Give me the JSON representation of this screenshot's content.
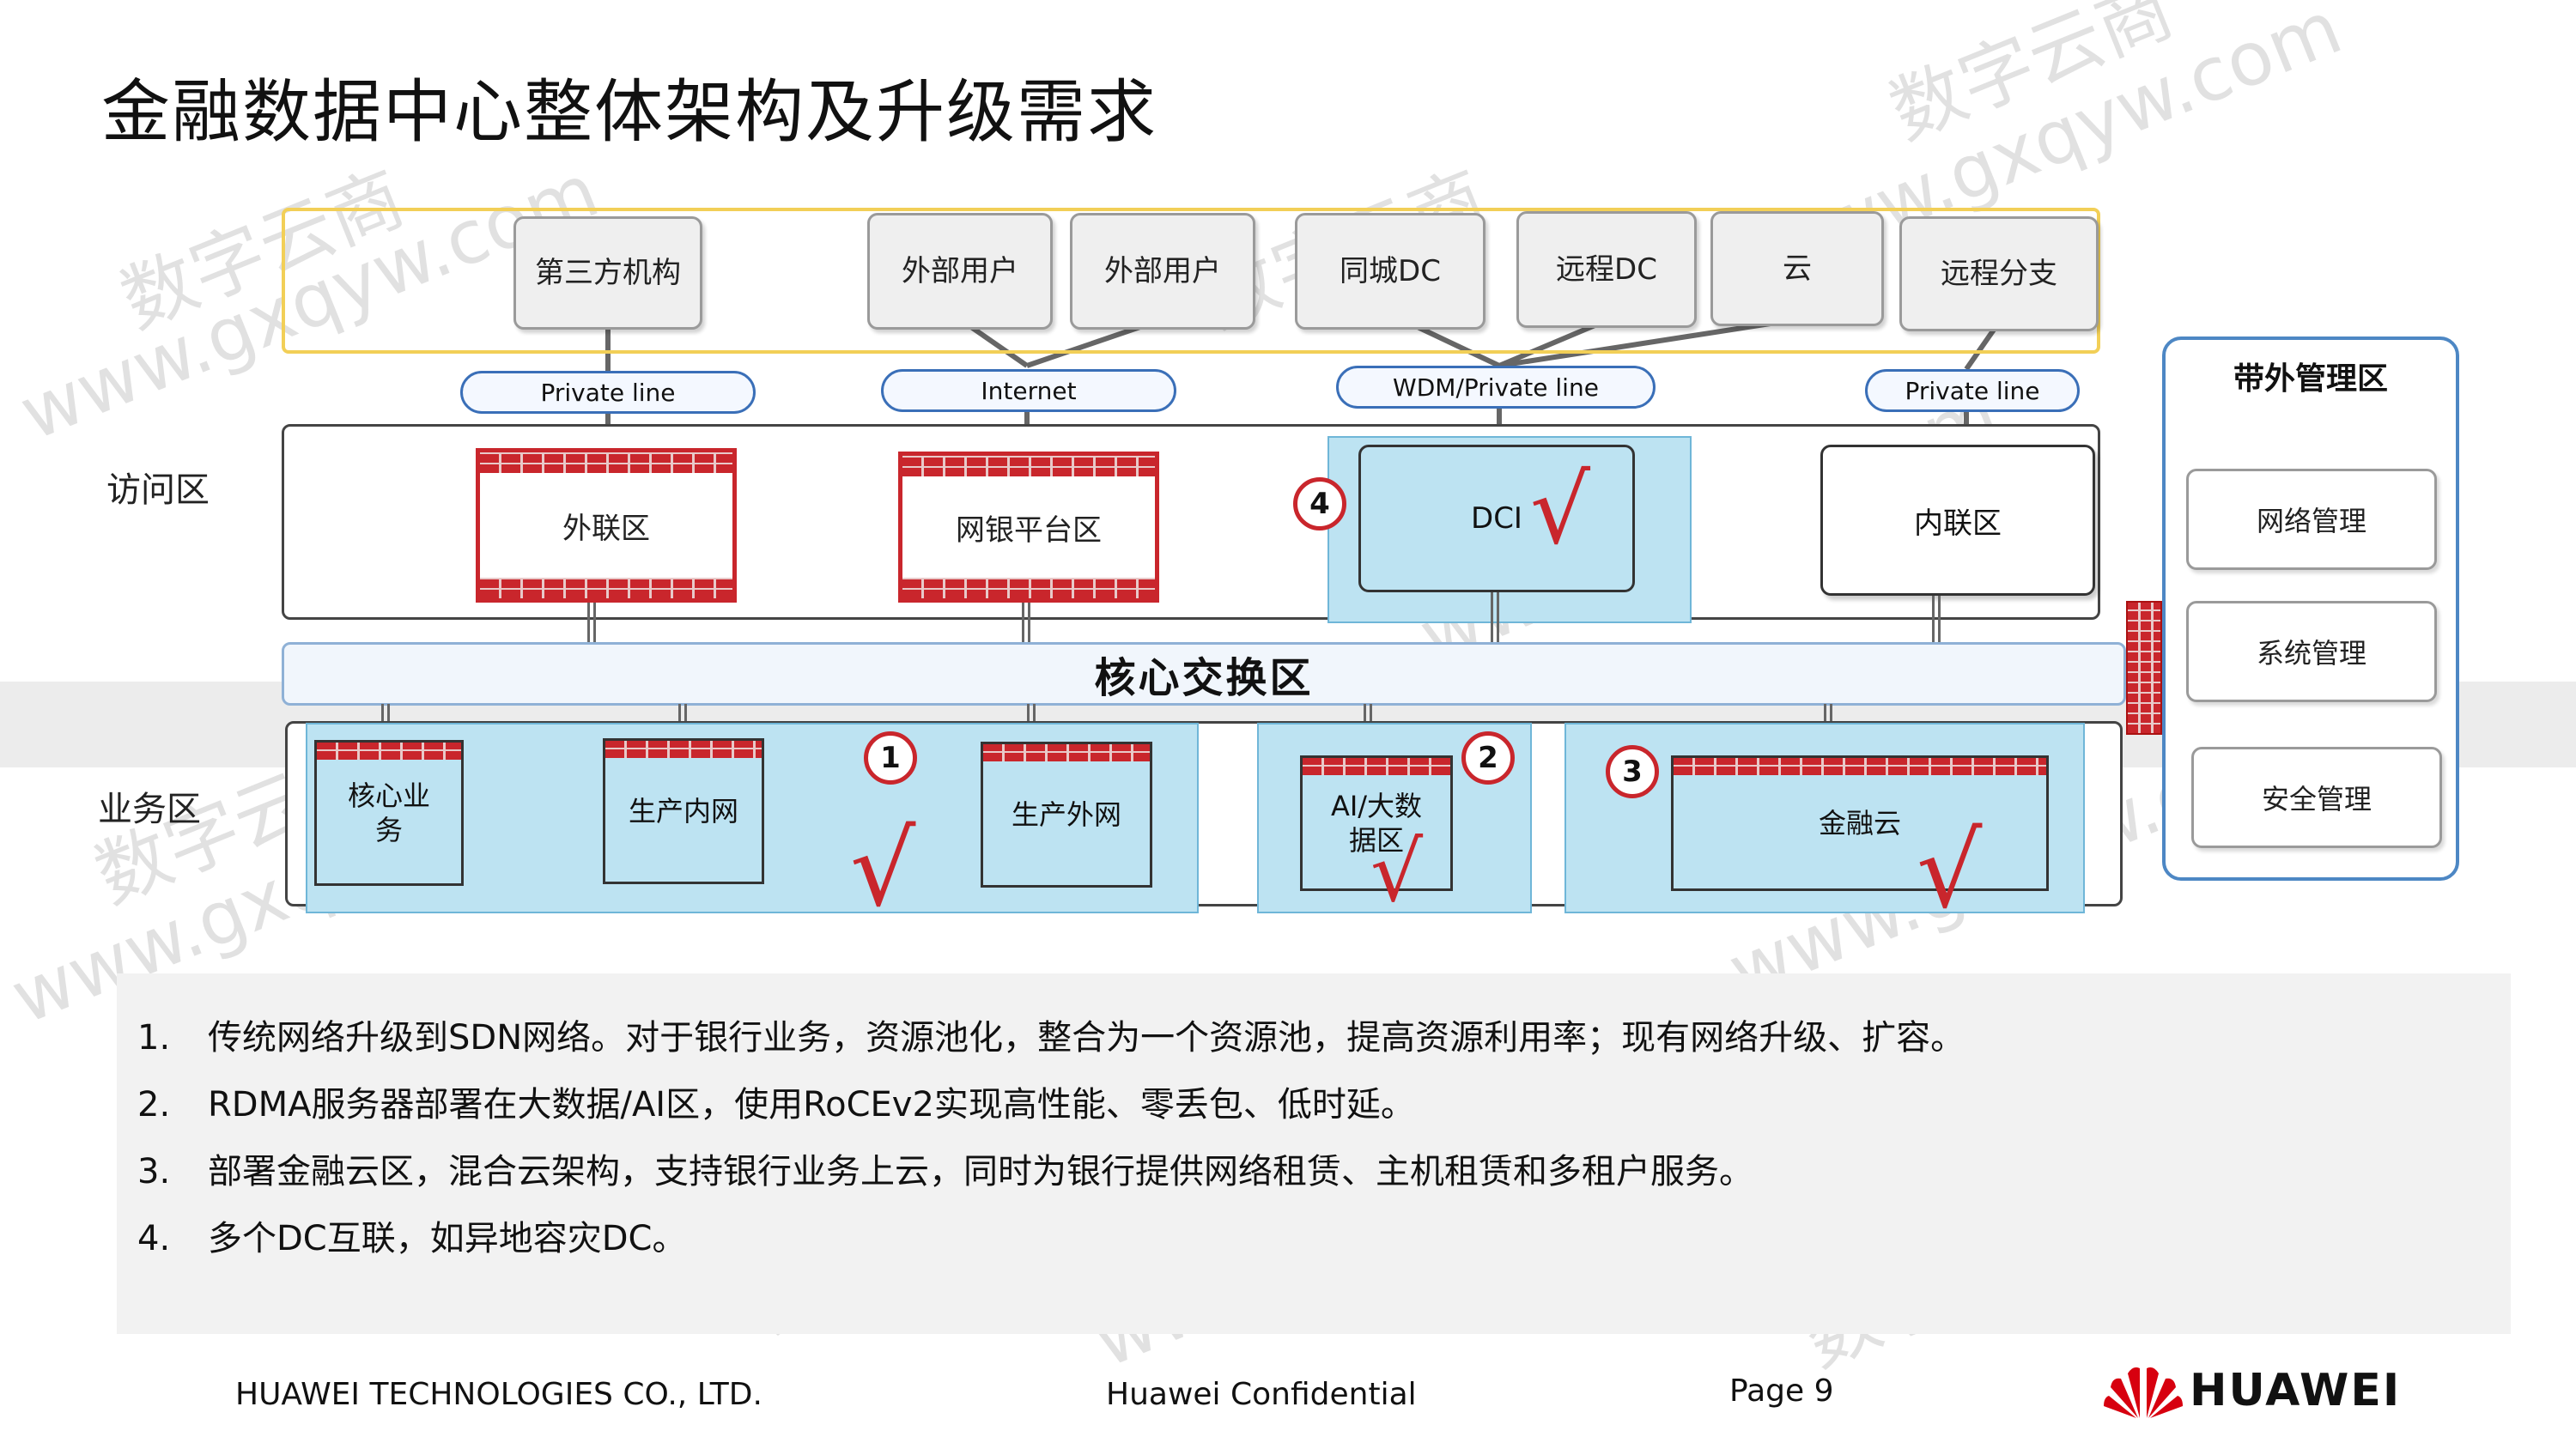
{
  "title": "金融数据中心整体架构及升级需求",
  "external": {
    "boxes": [
      "第三方机构",
      "外部用户",
      "外部用户",
      "同城DC",
      "远程DC",
      "云",
      "远程分支"
    ],
    "links": [
      "Private line",
      "Internet",
      "WDM/Private line",
      "Private line"
    ]
  },
  "zones": {
    "access_label": "访问区",
    "business_label": "业务区",
    "core_label": "核心交换区"
  },
  "access": {
    "waillian": "外联区",
    "wangyin": "网银平台区",
    "dci": "DCI",
    "neilian": "内联区"
  },
  "business": {
    "core_biz": "核心业务",
    "prod_in": "生产内网",
    "prod_out": "生产外网",
    "ai": "AI/大数据区",
    "fin_cloud": "金融云"
  },
  "badges": [
    "1",
    "2",
    "3",
    "4"
  ],
  "check_mark": "√",
  "oob": {
    "title": "带外管理区",
    "items": [
      "网络管理",
      "系统管理",
      "安全管理"
    ]
  },
  "notes": [
    {
      "num": "1.",
      "text": "传统网络升级到SDN网络。对于银行业务，资源池化，整合为一个资源池，提高资源利用率；现有网络升级、扩容。"
    },
    {
      "num": "2.",
      "text": "RDMA服务器部署在大数据/AI区，使用RoCEv2实现高性能、零丢包、低时延。"
    },
    {
      "num": "3.",
      "text": "部署金融云区，混合云架构，支持银行业务上云，同时为银行提供网络租赁、主机租赁和多租户服务。"
    },
    {
      "num": "4.",
      "text": "多个DC互联，如异地容灾DC。"
    }
  ],
  "footer": {
    "company": "HUAWEI TECHNOLOGIES CO., LTD.",
    "confidential": "Huawei Confidential",
    "page": "Page 9",
    "brand": "HUAWEI"
  },
  "watermarks": [
    "数字云商",
    "www.gxqyw.com"
  ],
  "colors": {
    "firewall": "#c9262c",
    "highlight": "#bde3f2",
    "frame": "#f2cf57",
    "accent": "#4d87c4"
  }
}
